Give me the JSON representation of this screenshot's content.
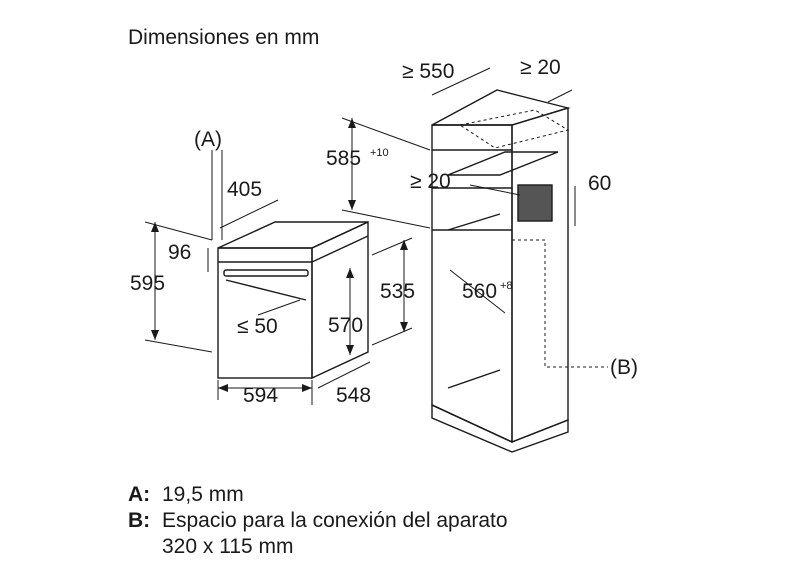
{
  "title": "Dimensiones en mm",
  "labels": {
    "a_marker": "(A)",
    "b_marker": "(B)",
    "oven_depth_top": "405",
    "front_panel": "96",
    "oven_height": "595",
    "gap_front": "≤ 50",
    "oven_width": "594",
    "oven_depth": "548",
    "body_height": "570",
    "body_height_inner": "535",
    "niche_depth": "≥ 550",
    "rear_gap": "≥ 20",
    "niche_height_main": "585",
    "niche_height_tol": "+10",
    "shelf_gap": "≥ 20",
    "vent_height": "60",
    "niche_width_main": "560",
    "niche_width_tol": "+8"
  },
  "legend": [
    {
      "key": "A:",
      "text": "19,5 mm"
    },
    {
      "key": "B:",
      "text": "Espacio para la conexión del aparato"
    },
    {
      "key": "",
      "text": "320 x 115 mm"
    }
  ]
}
